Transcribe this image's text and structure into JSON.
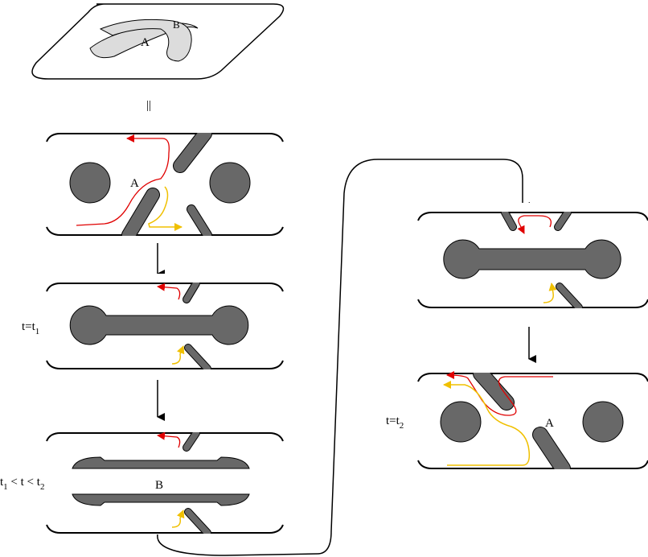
{
  "labels": {
    "top_A": "A",
    "top_B": "B",
    "equals": "||",
    "panel1_A": "A",
    "t1_left": "t=t",
    "t1_sub": "1",
    "range_t1": "t",
    "range_t1_sub": "1",
    "range_mid": " < t < t",
    "range_t2_sub": "2",
    "panel3_B": "B",
    "t2_left": "t=t",
    "t2_sub": "2",
    "panel5_A": "A"
  },
  "colors": {
    "red_path": "#e00000",
    "yellow_path": "#f0c000",
    "gray_object": "#686868"
  }
}
